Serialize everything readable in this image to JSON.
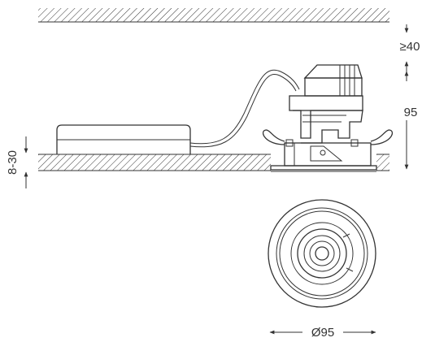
{
  "dimensions": {
    "clearance_above": "≥40",
    "body_height": "95",
    "ceiling_thickness": "8-30",
    "diameter": "Ø95"
  },
  "colors": {
    "line": "#333333",
    "background": "#ffffff"
  }
}
